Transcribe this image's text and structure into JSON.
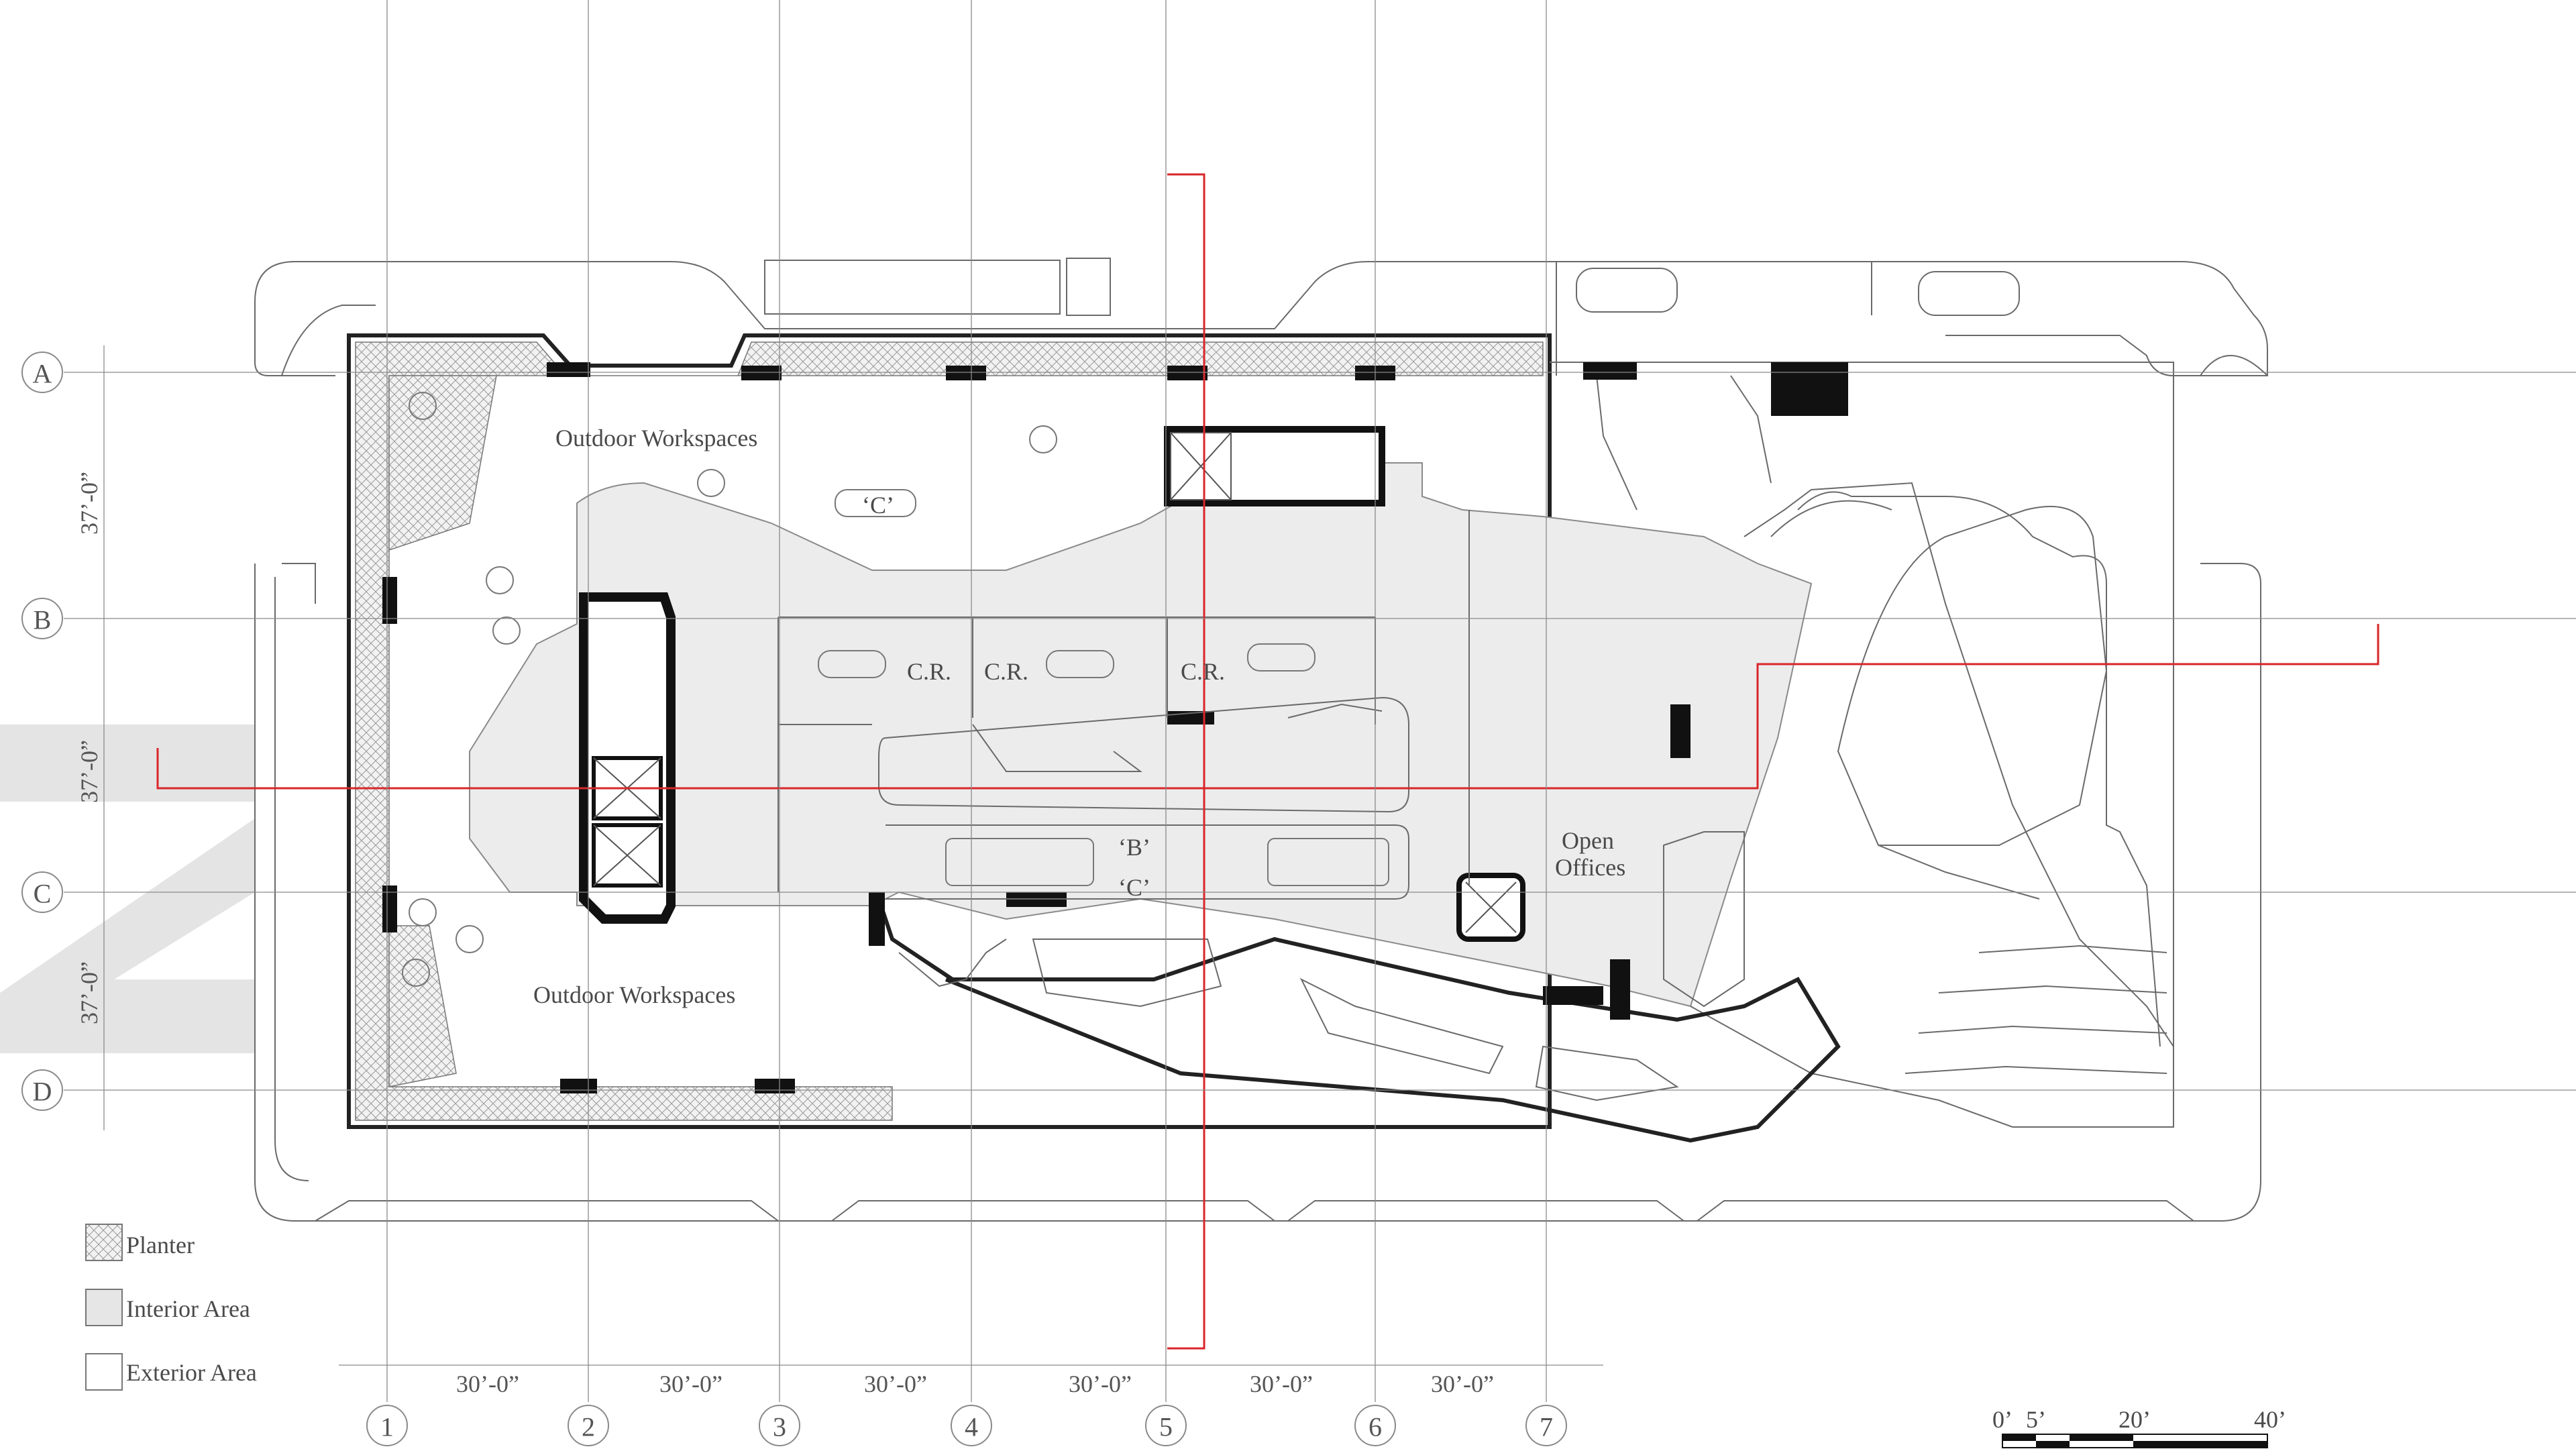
{
  "grid": {
    "columns": [
      "1",
      "2",
      "3",
      "4",
      "5",
      "6",
      "7"
    ],
    "rows": [
      "A",
      "B",
      "C",
      "D"
    ],
    "column_spacing_labels": [
      "30’-0”",
      "30’-0”",
      "30’-0”",
      "30’-0”",
      "30’-0”",
      "30’-0”"
    ],
    "row_spacing_labels": [
      "37’-0”",
      "37’-0”",
      "37’-0”"
    ]
  },
  "rooms": {
    "outdoor_workspaces_north": "Outdoor Workspaces",
    "outdoor_workspaces_south": "Outdoor Workspaces",
    "conference_c": "‘C’",
    "conference_rooms": [
      "C.R.",
      "C.R.",
      "C.R."
    ],
    "area_b": "‘B’",
    "area_c": "‘C’",
    "open_offices_line1": "Open",
    "open_offices_line2": "Offices"
  },
  "legend": {
    "planter": "Planter",
    "interior": "Interior Area",
    "exterior": "Exterior Area"
  },
  "scale_bar": {
    "labels": [
      "0’",
      "5’",
      "20’",
      "40’"
    ]
  },
  "colors": {
    "section_line": "#d9262a",
    "interior_fill": "#ececec",
    "wall": "#111111",
    "grid": "#8a8a8a"
  }
}
